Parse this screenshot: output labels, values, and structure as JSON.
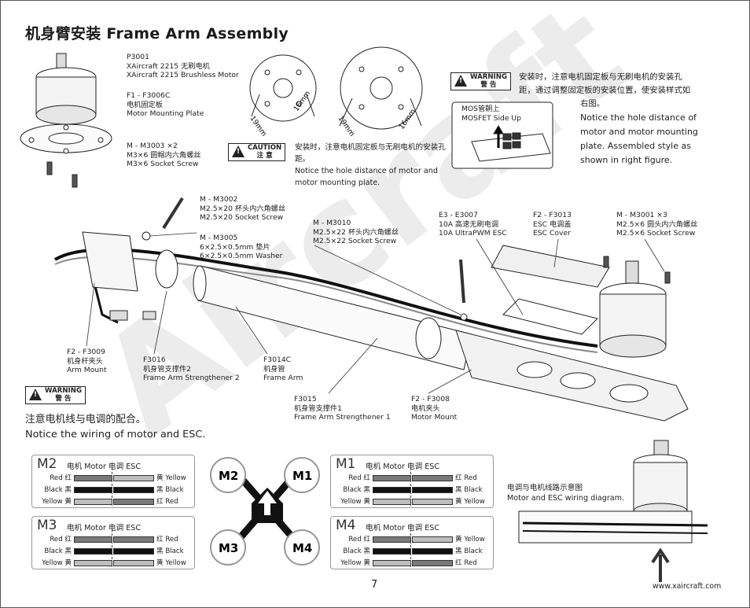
{
  "title": "机身臂安装  Frame Arm Assembly",
  "parts": {
    "p3001": [
      "P3001",
      "XAircraft 2215 无刷电机",
      "XAircraft 2215 Brushless Motor"
    ],
    "f3006c": [
      "F1 - F3006C",
      "电机固定板",
      "Motor Mounting Plate"
    ],
    "m3003": [
      "M - M3003   ×2",
      "M3×6 圆帽内六角螺丝",
      "M3×6 Socket Screw"
    ],
    "m3002": [
      "M - M3002",
      "M2.5×20 杯头内六角螺丝",
      "M2.5×20 Socket Screw"
    ],
    "m3005": [
      "M - M3005",
      "6×2.5×0.5mm 垫片",
      "6×2.5×0.5mm Washer"
    ],
    "m3010": [
      "M - M3010",
      "M2.5×22 杯头内六角螺丝",
      "M2.5×22 Socket Screw"
    ],
    "e3007": [
      "E3 - E3007",
      "10A 高速无刷电调",
      "10A UltraPWM ESC"
    ],
    "f3013": [
      "F2 - F3013",
      "ESC 电调盖",
      "ESC Cover"
    ],
    "m3001": [
      "M - M3001   ×3",
      "M2.5×6 圆头内六角螺丝",
      "M2.5×6 Socket Screw"
    ],
    "f3009": [
      "F2 - F3009",
      "机身杆夹头",
      "Arm Mount"
    ],
    "f3016": [
      "F3016",
      "机身管支撑件2",
      "Frame Arm Strengthener 2"
    ],
    "f3014c": [
      "F3014C",
      "机身管",
      "Frame Arm"
    ],
    "f3015": [
      "F3015",
      "机身管支撑件1",
      "Frame Arm Strengthener 1"
    ],
    "f3008": [
      "F2 - F3008",
      "电机夹头",
      "Motor Mount"
    ]
  },
  "dims": {
    "a": "19mm",
    "b": "16mm",
    "c": "19mm",
    "d": "16mm"
  },
  "caution": {
    "label_en": "CAUTION",
    "label_cn": "注  意",
    "text_cn": "安装时，注意电机固定板与无刷电机的安装孔距。",
    "text_en": "Notice the hole distance of motor and motor mounting plate."
  },
  "warning_top": {
    "label_en": "WARNING",
    "label_cn": "警  告",
    "text_cn_1": "安装时，注意电机固定板与无刷电机的安装孔",
    "text_cn_2": "距，通过调整固定板的安装位置，使安装样式如",
    "text_cn_3": "右图。",
    "text_en": [
      "Notice the hole distance of",
      "motor and motor mounting",
      "plate. Assembled style as",
      "shown in right figure."
    ]
  },
  "mosfet": [
    "MOS管朝上",
    "MOSFET Side Up"
  ],
  "watermark": "Aircraft",
  "warning_bottom": {
    "label_en": "WARNING",
    "label_cn": "警  告",
    "text_cn": "注意电机线与电调的配合。",
    "text_en": "Notice the wiring of motor and ESC."
  },
  "wiring": {
    "m2": {
      "mark": "M2",
      "hdr": "电机 Motor    电调 ESC",
      "left": [
        "Red 红",
        "Black 黑",
        "Yellow 黄"
      ],
      "right": [
        "黄 Yellow",
        "黑 Black",
        "红 Red"
      ]
    },
    "m1": {
      "mark": "M1",
      "hdr": "电机 Motor    电调 ESC",
      "left": [
        "Red 红",
        "Black 黑",
        "Yellow 黄"
      ],
      "right": [
        "红 Red",
        "黑 Black",
        "黄 Yellow"
      ]
    },
    "m3": {
      "mark": "M3",
      "hdr": "电机 Motor    电调 ESC",
      "left": [
        "Red 红",
        "Black 黑",
        "Yellow 黄"
      ],
      "right": [
        "红 Red",
        "黑 Black",
        "黄 Yellow"
      ]
    },
    "m4": {
      "mark": "M4",
      "hdr": "电机 Motor    电调 ESC",
      "left": [
        "Red 红",
        "Black 黑",
        "Yellow 黄"
      ],
      "right": [
        "黄 Yellow",
        "黑 Black",
        "红 Red"
      ]
    }
  },
  "quad": {
    "m1": "M1",
    "m2": "M2",
    "m3": "M3",
    "m4": "M4"
  },
  "wiring_diagram": [
    "电调与电机线路示意图",
    "Motor and ESC wiring diagram."
  ],
  "footer": {
    "page": "7",
    "url": "www.xaircraft.com"
  },
  "colors": {
    "wire_red": "#7a7a7a",
    "wire_black": "#111111",
    "wire_yellow": "#bdbdbd",
    "accent": "#111111"
  }
}
